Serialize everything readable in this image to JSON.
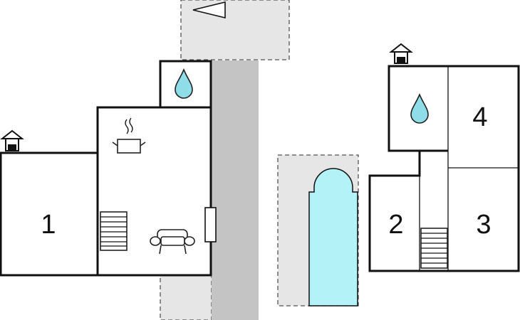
{
  "rooms": {
    "room_1": "1",
    "room_2": "2",
    "room_3": "3",
    "room_4": "4"
  },
  "colors": {
    "wall": "#111111",
    "floor": "#ffffff",
    "outdoor_area": "#e6e6e6",
    "path": "#c4c4c4",
    "pool_water": "#b3f2f6",
    "water_drop": "#8fdde8",
    "dashed_border": "#555555"
  },
  "icons": [
    "entrance-icon",
    "water-drop-icon",
    "cooking-pot-icon",
    "stairs-icon",
    "sofa-icon",
    "north-arrow-icon",
    "swimming-pool-icon",
    "door-icon"
  ]
}
